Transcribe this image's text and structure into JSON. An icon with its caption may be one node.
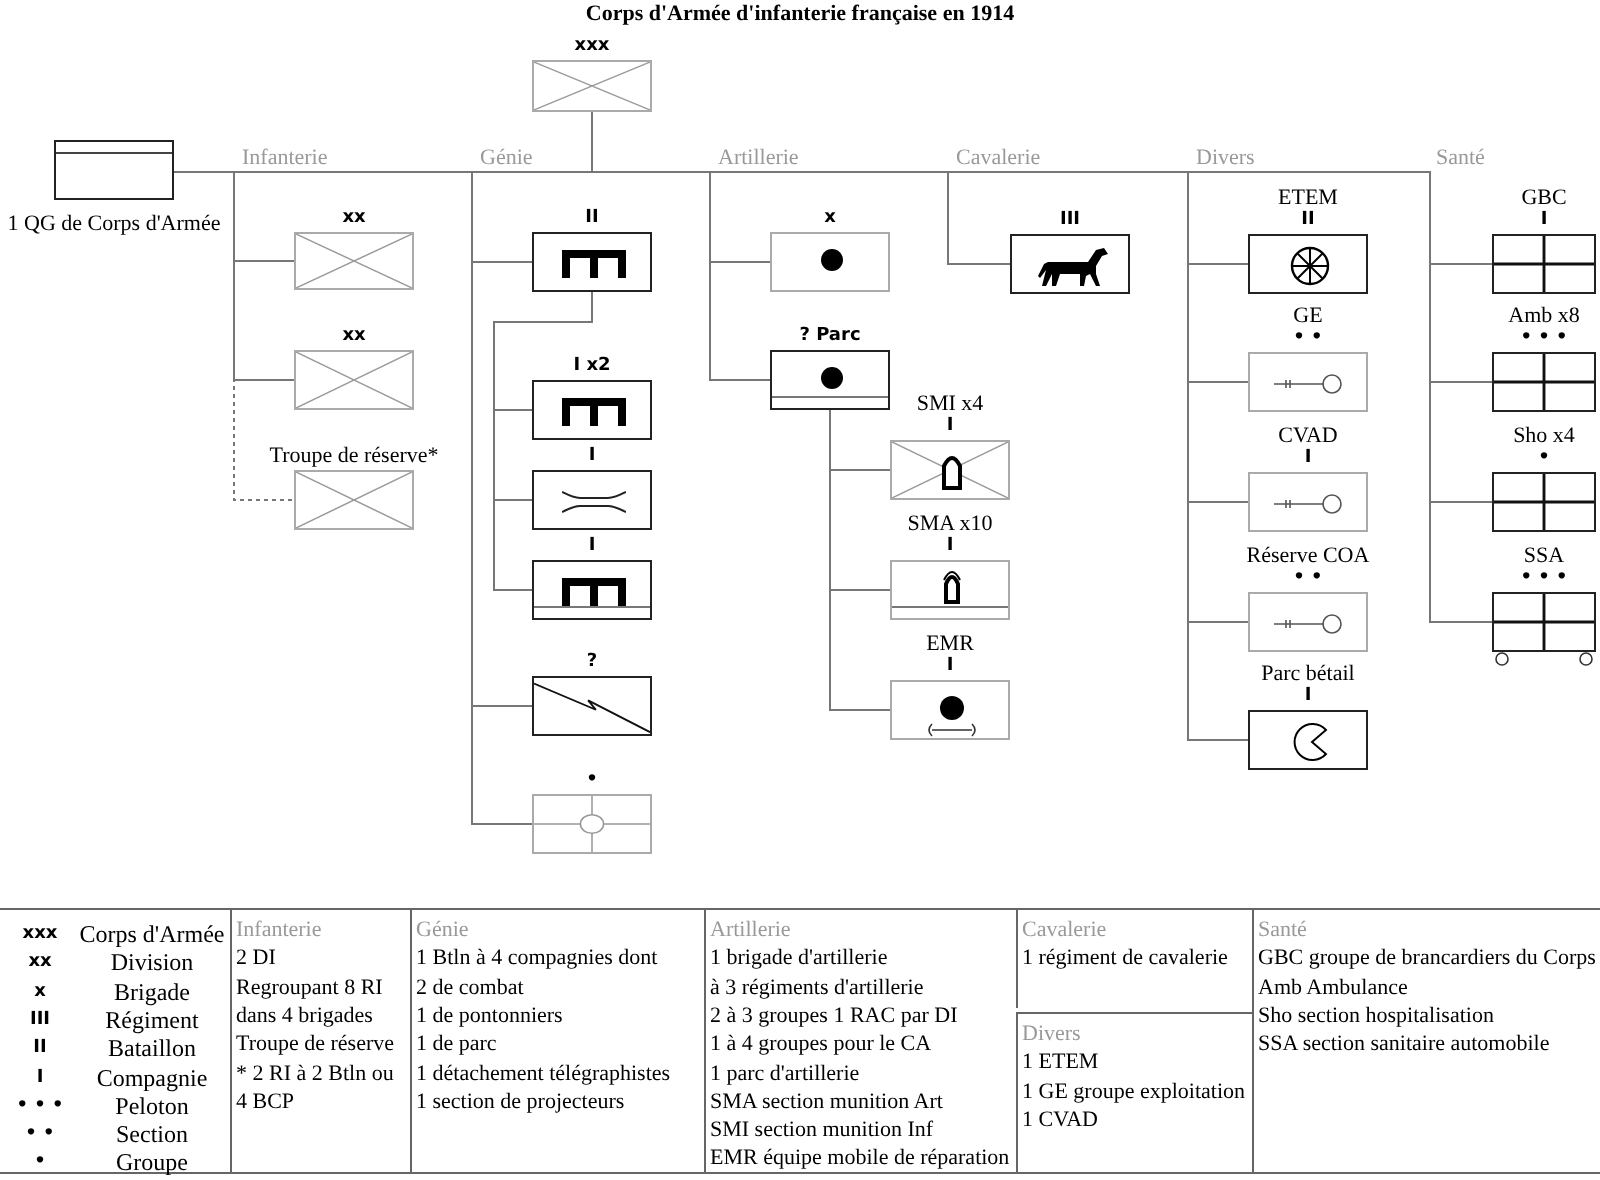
{
  "diagram": {
    "title": "Corps d'Armée d'infanterie française en 1914",
    "nodes": [
      {
        "text": [
          "xxx"
        ]
      },
      {
        "text": [
          "1 QG de Corps d'Armée"
        ]
      },
      {
        "text": [
          "xx"
        ]
      },
      {
        "text": [
          "xx"
        ]
      },
      {
        "text": [
          "Troupe de réserve*"
        ]
      },
      {
        "text": [
          "II"
        ]
      },
      {
        "text": [
          "I x2"
        ]
      },
      {
        "text": [
          "I"
        ]
      },
      {
        "text": [
          "I"
        ]
      },
      {
        "text": [
          "?"
        ]
      },
      {
        "text": [
          "•"
        ]
      },
      {
        "text": [
          "x"
        ]
      },
      {
        "text": [
          "? Parc"
        ]
      },
      {
        "text": [
          "SMI x4",
          "I"
        ]
      },
      {
        "text": [
          "SMA x10",
          "I"
        ]
      },
      {
        "text": [
          "EMR",
          "I"
        ]
      },
      {
        "text": [
          "III"
        ]
      },
      {
        "text": [
          "ETEM",
          "II"
        ]
      },
      {
        "text": [
          "GE",
          "• •"
        ]
      },
      {
        "text": [
          "CVAD",
          "I"
        ]
      },
      {
        "text": [
          "Réserve COA",
          "• •"
        ]
      },
      {
        "text": [
          "Parc bétail",
          "I"
        ]
      },
      {
        "text": [
          "GBC",
          "I"
        ]
      },
      {
        "text": [
          "Amb x8",
          "• • •"
        ]
      },
      {
        "text": [
          "Sho x4",
          "•"
        ]
      },
      {
        "text": [
          "SSA",
          "• • •"
        ]
      }
    ],
    "edges": [
      {
        "from": 0,
        "to": 1,
        "arrow": "none"
      },
      {
        "from": 0,
        "to": 2,
        "arrow": "none"
      },
      {
        "from": 0,
        "to": 3,
        "arrow": "none"
      },
      {
        "from": 0,
        "to": 4,
        "arrow": "none",
        "style": "dashed"
      },
      {
        "from": 0,
        "to": 5,
        "arrow": "none"
      },
      {
        "from": 5,
        "to": 6,
        "arrow": "none"
      },
      {
        "from": 5,
        "to": 7,
        "arrow": "none"
      },
      {
        "from": 5,
        "to": 8,
        "arrow": "none"
      },
      {
        "from": 0,
        "to": 9,
        "arrow": "none"
      },
      {
        "from": 0,
        "to": 10,
        "arrow": "none"
      },
      {
        "from": 0,
        "to": 11,
        "arrow": "none"
      },
      {
        "from": 0,
        "to": 12,
        "arrow": "none"
      },
      {
        "from": 12,
        "to": 13,
        "arrow": "none"
      },
      {
        "from": 12,
        "to": 14,
        "arrow": "none"
      },
      {
        "from": 12,
        "to": 15,
        "arrow": "none"
      },
      {
        "from": 0,
        "to": 16,
        "arrow": "none"
      },
      {
        "from": 0,
        "to": 17,
        "arrow": "none"
      },
      {
        "from": 0,
        "to": 18,
        "arrow": "none"
      },
      {
        "from": 0,
        "to": 19,
        "arrow": "none"
      },
      {
        "from": 0,
        "to": 20,
        "arrow": "none"
      },
      {
        "from": 0,
        "to": 21,
        "arrow": "none"
      },
      {
        "from": 0,
        "to": 22,
        "arrow": "none"
      },
      {
        "from": 0,
        "to": 23,
        "arrow": "none"
      },
      {
        "from": 0,
        "to": 24,
        "arrow": "none"
      },
      {
        "from": 0,
        "to": 25,
        "arrow": "none"
      }
    ],
    "labels": [
      "Infanterie",
      "Génie",
      "Artillerie",
      "Cavalerie",
      "Divers",
      "Santé",
      "xxx",
      "Corps d'Armée",
      "xx",
      "Division",
      "x",
      "Brigade",
      "III",
      "Régiment",
      "II",
      "Bataillon",
      "I",
      "Compagnie",
      "• • •",
      "Peloton",
      "• •",
      "Section",
      "•",
      "Groupe",
      "Infanterie",
      "2 DI",
      "Regroupant 8 RI",
      "dans 4 brigades",
      "Troupe de réserve",
      "* 2 RI à 2 Btln ou",
      "4 BCP",
      "Génie",
      "1 Btln  à 4 compagnies dont",
      "2 de combat",
      "1 de pontonniers",
      "1 de parc",
      "1 détachement télégraphistes",
      "1 section de projecteurs",
      "Artillerie",
      "1 brigade d'artillerie",
      "à 3 régiments d'artillerie",
      "2 à 3 groupes 1 RAC par DI",
      "1 à 4 groupes pour le CA",
      "1 parc d'artillerie",
      "SMA section munition Art",
      "SMI section munition Inf",
      "EMR équipe mobile de réparation",
      "Cavalerie",
      "1 régiment de cavalerie",
      "Divers",
      "1 ETEM",
      "1 GE groupe exploitation",
      "1 CVAD",
      "Santé",
      "GBC groupe de brancardiers du Corps",
      "Amb Ambulance",
      "Sho section hospitalisation",
      "SSA section sanitaire automobile"
    ]
  }
}
